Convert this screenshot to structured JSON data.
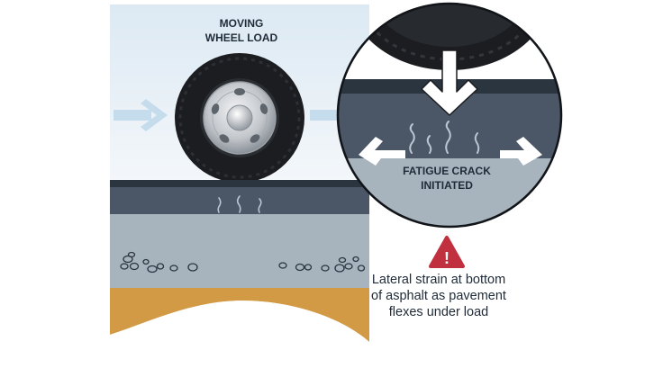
{
  "labels": {
    "wheel_load": [
      "MOVING",
      "WHEEL LOAD"
    ],
    "crack": [
      "FATIGUE CRACK",
      "INITIATED"
    ]
  },
  "caption": [
    "Lateral strain at bottom",
    "of asphalt as pavement",
    "flexes under load"
  ],
  "icons": {
    "warning": "warning-icon",
    "warning_glyph": "!"
  },
  "colors": {
    "sky": "#e6f0f7",
    "motion_arrow": "#c5dcec",
    "tire": "#1b1d20",
    "rim": "#c4c7cb",
    "asphalt_top": "#2a3540",
    "asphalt": "#4b5766",
    "base": "#a7b3bd",
    "subgrade": "#d39a46",
    "aggregate": "#2b3440",
    "warning": "#c0303f"
  }
}
